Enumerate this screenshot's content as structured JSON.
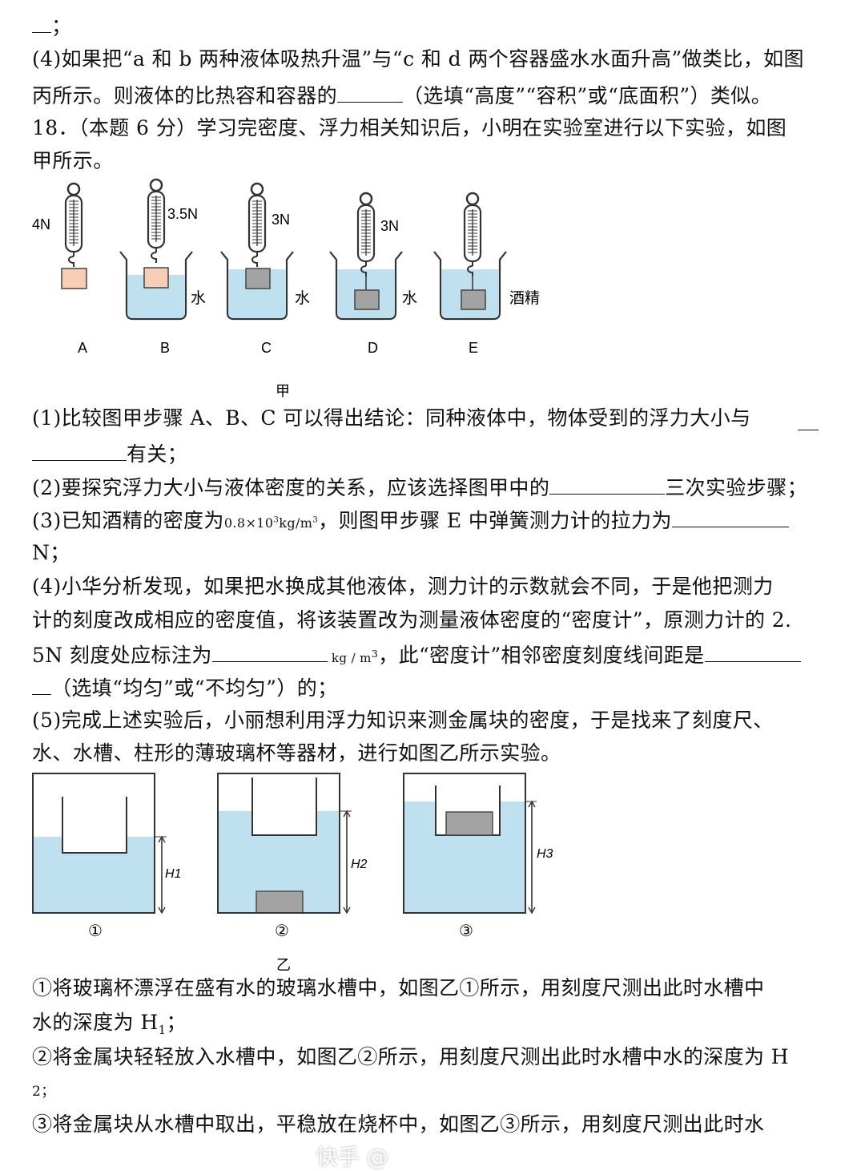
{
  "text": {
    "l1": "；",
    "l2": "(4)如果把“a 和 b 两种液体吸热升温”与“c 和 d 两个容器盛水水面升高”做类比，如图",
    "l3a": "丙所示。则液体的比热容和容器的",
    "l3b": "（选填“高度”“容积”或“底面积”）类似。",
    "l4": "18．（本题 6 分）学习完密度、浮力相关知识后，小明在实验室进行以下实验，如图",
    "l5": "甲所示。",
    "q1a": "(1)比较图甲步骤 A、B、C 可以得出结论：同种液体中，物体受到的浮力大小与",
    "q1b": "有关；",
    "q2a": "(2)要探究浮力大小与液体密度的关系，应该选择图甲中的",
    "q2b": "三次实验步骤；",
    "q3a": "(3)已知酒精的密度为",
    "q3f1": "0.8×10",
    "q3f2": "3",
    "q3f3": "kg/m",
    "q3f4": "3",
    "q3b": "，则图甲步骤 E 中弹簧测力计的拉力为",
    "q3c": "N；",
    "q4a": "(4)小华分析发现，如果把水换成其他液体，测力计的示数就会不同，于是他把测力",
    "q4b": "计的刻度改成相应的密度值，将该装置改为测量液体密度的“密度计”，原测力计的 2.",
    "q4c": "5N 刻度处应标注为",
    "q4u1": "kg / m",
    "q4u2": "3",
    "q4d": "，此“密度计”相邻密度刻度线间距是",
    "q4e": "（选填“均匀”或“不均匀”）的；",
    "q5a": "(5)完成上述实验后，小丽想利用浮力知识来测金属块的密度，于是找来了刻度尺、",
    "q5b": "水、水槽、柱形的薄玻璃杯等器材，进行如图乙所示实验。",
    "s1a": "①将玻璃杯漂浮在盛有水的玻璃水槽中，如图乙①所示，用刻度尺测出此时水槽中",
    "s1b": "水的深度为 H",
    "s1sub": "1",
    "s1c": "；",
    "s2a": "②将金属块轻轻放入水槽中，如图乙②所示，用刻度尺测出此时水槽中水的深度为 H",
    "s2b": "2",
    "s2c": "；",
    "s3a": "③将金属块从水槽中取出，平稳放在烧杯中，如图乙③所示，用刻度尺测出此时水"
  },
  "figure_jia": {
    "caption": "甲",
    "readings": [
      "4N",
      "3.5N",
      "3N",
      "3N"
    ],
    "liquids": [
      "水",
      "水",
      "水",
      "酒精"
    ],
    "steps": [
      "A",
      "B",
      "C",
      "D",
      "E"
    ]
  },
  "figure_yi": {
    "caption": "乙",
    "heights": [
      "H1",
      "H2",
      "H3"
    ],
    "labels": [
      "①",
      "②",
      "③"
    ]
  },
  "watermark": "快手 @",
  "colors": {
    "water": "#bfe0ef",
    "block_orange": "#f6cdb5",
    "block_gray": "#a3a3a3",
    "stroke": "#333333"
  }
}
